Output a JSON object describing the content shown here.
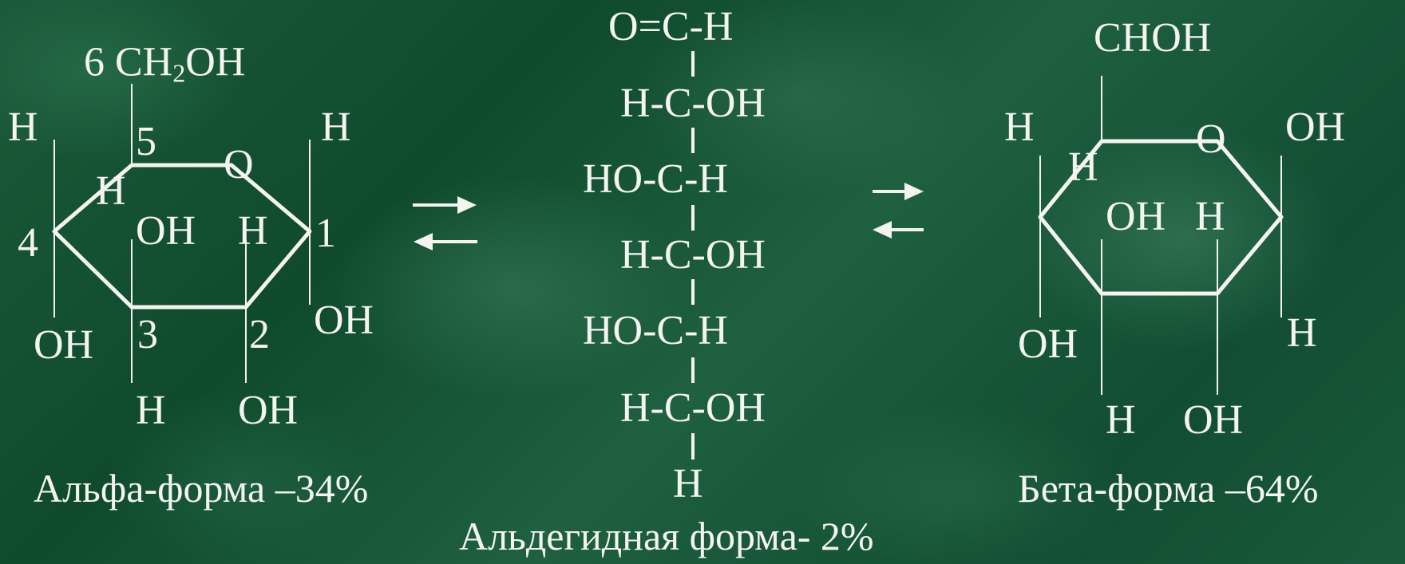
{
  "alpha": {
    "c6": "6 CH",
    "c6_sub": "2",
    "c6_tail": "OH",
    "h4_top": "H",
    "h1_top": "H",
    "n5": "5",
    "ring_o": "O",
    "h5": "H",
    "n4": "4",
    "oh3": "OH",
    "h2": "H",
    "n1": "1",
    "oh1": "OH",
    "oh4": "OH",
    "n3": "3",
    "n2": "2",
    "h3": "H",
    "oh2": "OH",
    "caption": "Альфа-форма –34%"
  },
  "open_chain": {
    "atoms": [
      "O=C-H",
      "H-C-OH",
      "HO-C-H",
      "H-C-OH",
      "HO-C-H",
      "H-C-OH",
      "H"
    ],
    "caption": "Альдегидная форма- 2%"
  },
  "beta": {
    "top": "CHOH",
    "h_left": "H",
    "ring_o": "O",
    "oh_right": "OH",
    "h_inner": "H",
    "oh_center": "OH",
    "h_center": "H",
    "oh_bottom_left": "OH",
    "h_bottom_right": "H",
    "h_bottom": "H",
    "oh_bottom": "OH",
    "caption": "Бета-форма –64%"
  }
}
